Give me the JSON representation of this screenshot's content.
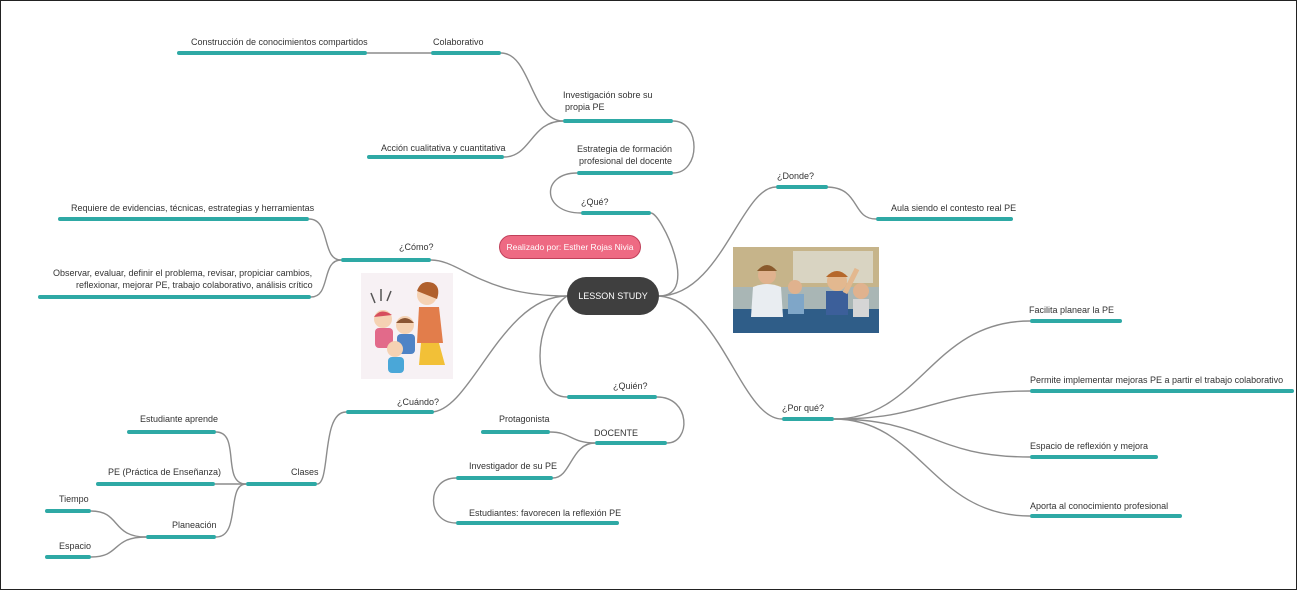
{
  "colors": {
    "branch": "#2ea9a5",
    "edge": "#8c8c8c",
    "center_bg": "#3f3f3f",
    "author_bg": "#ee6a83"
  },
  "center": {
    "label": "LESSON STUDY"
  },
  "author": {
    "label": "Realizado por: Esther Rojas Nivia"
  },
  "nodes": {
    "colaborativo": "Colaborativo",
    "construccion": "Construcción de conocimientos compartidos",
    "investigacion": [
      "Investigación sobre su",
      "propia PE"
    ],
    "accion": "Acción cualitativa y cuantitativa",
    "estrategia": [
      "Estrategia de formación",
      "profesional del docente"
    ],
    "que": "¿Qué?",
    "como": "¿Cómo?",
    "requiere": "Requiere de evidencias, técnicas, estrategias y herramientas",
    "observar": [
      "Observar, evaluar, definir el problema, revisar, propiciar cambios,",
      "reflexionar, mejorar PE, trabajo colaborativo, análisis crítico"
    ],
    "cuando": "¿Cuándo?",
    "clases": "Clases",
    "estudiante_aprende": "Estudiante aprende",
    "pe_practica": "PE (Práctica de Enseñanza)",
    "planeacion": "Planeación",
    "tiempo": "Tiempo",
    "espacio": "Espacio",
    "quien": "¿Quién?",
    "docente": "DOCENTE",
    "protagonista": "Protagonista",
    "investigador": "Investigador de su PE",
    "estudiantes": "Estudiantes: favorecen la reflexión PE",
    "donde": "¿Donde?",
    "aula": "Aula siendo el contesto real PE",
    "por_que": "¿Por qué?",
    "facilita": "Facilita planear la PE",
    "permite": "Permite implementar mejoras PE a partir el trabajo colaborativo",
    "espacio_reflexion": "Espacio de reflexión y mejora",
    "aporta": "Aporta al conocimiento profesional"
  },
  "images": {
    "cartoon": "teacher-with-children-cartoon",
    "photo": "classroom-teacher-photo"
  }
}
